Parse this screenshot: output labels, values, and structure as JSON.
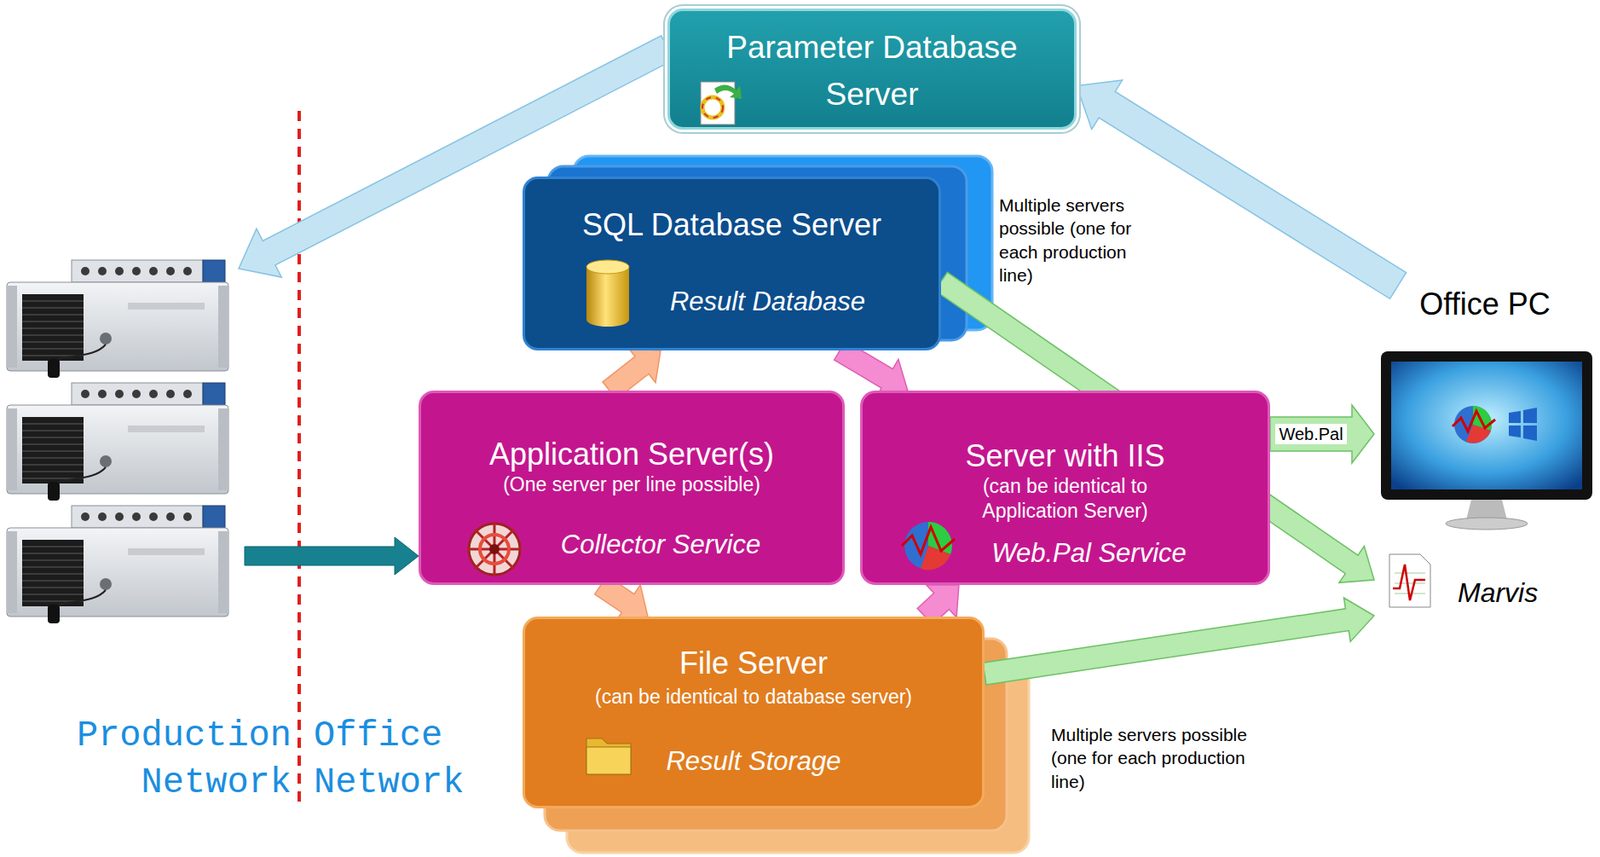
{
  "diagram": {
    "nodes": [
      {
        "text": [
          "Parameter Database Server"
        ]
      },
      {
        "text": [
          "SQL Database Server",
          "Result Database"
        ]
      },
      {
        "text": [
          "Application Server(s)",
          "(One server per line possible)",
          "Collector Service"
        ]
      },
      {
        "text": [
          "Server with IIS",
          "(can be identical to Application Server)",
          "Web.Pal Service"
        ]
      },
      {
        "text": [
          "File Server",
          "(can be identical to database server)",
          "Result Storage"
        ]
      },
      {
        "text": [
          "Office PC"
        ]
      },
      {
        "text": [
          "Marvis"
        ]
      }
    ],
    "edges": [
      {
        "from": 5,
        "to": 0,
        "arrow": "to"
      },
      {
        "from": 2,
        "to": 1,
        "arrow": "to"
      },
      {
        "from": 2,
        "to": 4,
        "arrow": "to"
      },
      {
        "from": 1,
        "to": 3,
        "arrow": "to"
      },
      {
        "from": 4,
        "to": 3,
        "arrow": "to"
      },
      {
        "from": 3,
        "to": 5,
        "label": "Web.Pal",
        "arrow": "to"
      },
      {
        "from": 1,
        "to": 6,
        "arrow": "to"
      },
      {
        "from": 4,
        "to": 6,
        "arrow": "to"
      }
    ],
    "labels": [
      "Multiple servers possible (one for each production line)",
      "Multiple servers possible (one for each production line)",
      "Production Network",
      "Office Network"
    ]
  }
}
